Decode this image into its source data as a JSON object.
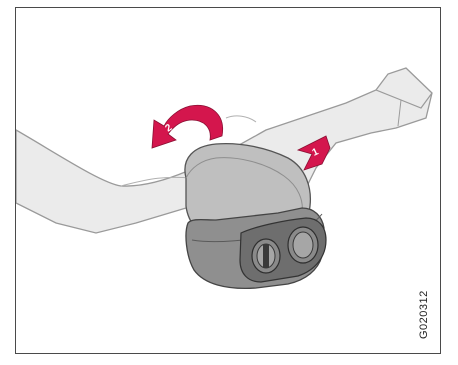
{
  "figure": {
    "id": "G020312",
    "steps": [
      {
        "number": "1",
        "action": "push"
      },
      {
        "number": "2",
        "action": "rotate"
      }
    ]
  },
  "colors": {
    "border": "#4a4a4a",
    "arm": "#e9e9e9",
    "arm_stroke": "#9a9a9a",
    "knob": "#bdbdbd",
    "knob_dark": "#9c9c9c",
    "knob_front": "#6f6f6f",
    "arrow": "#d4164d"
  }
}
